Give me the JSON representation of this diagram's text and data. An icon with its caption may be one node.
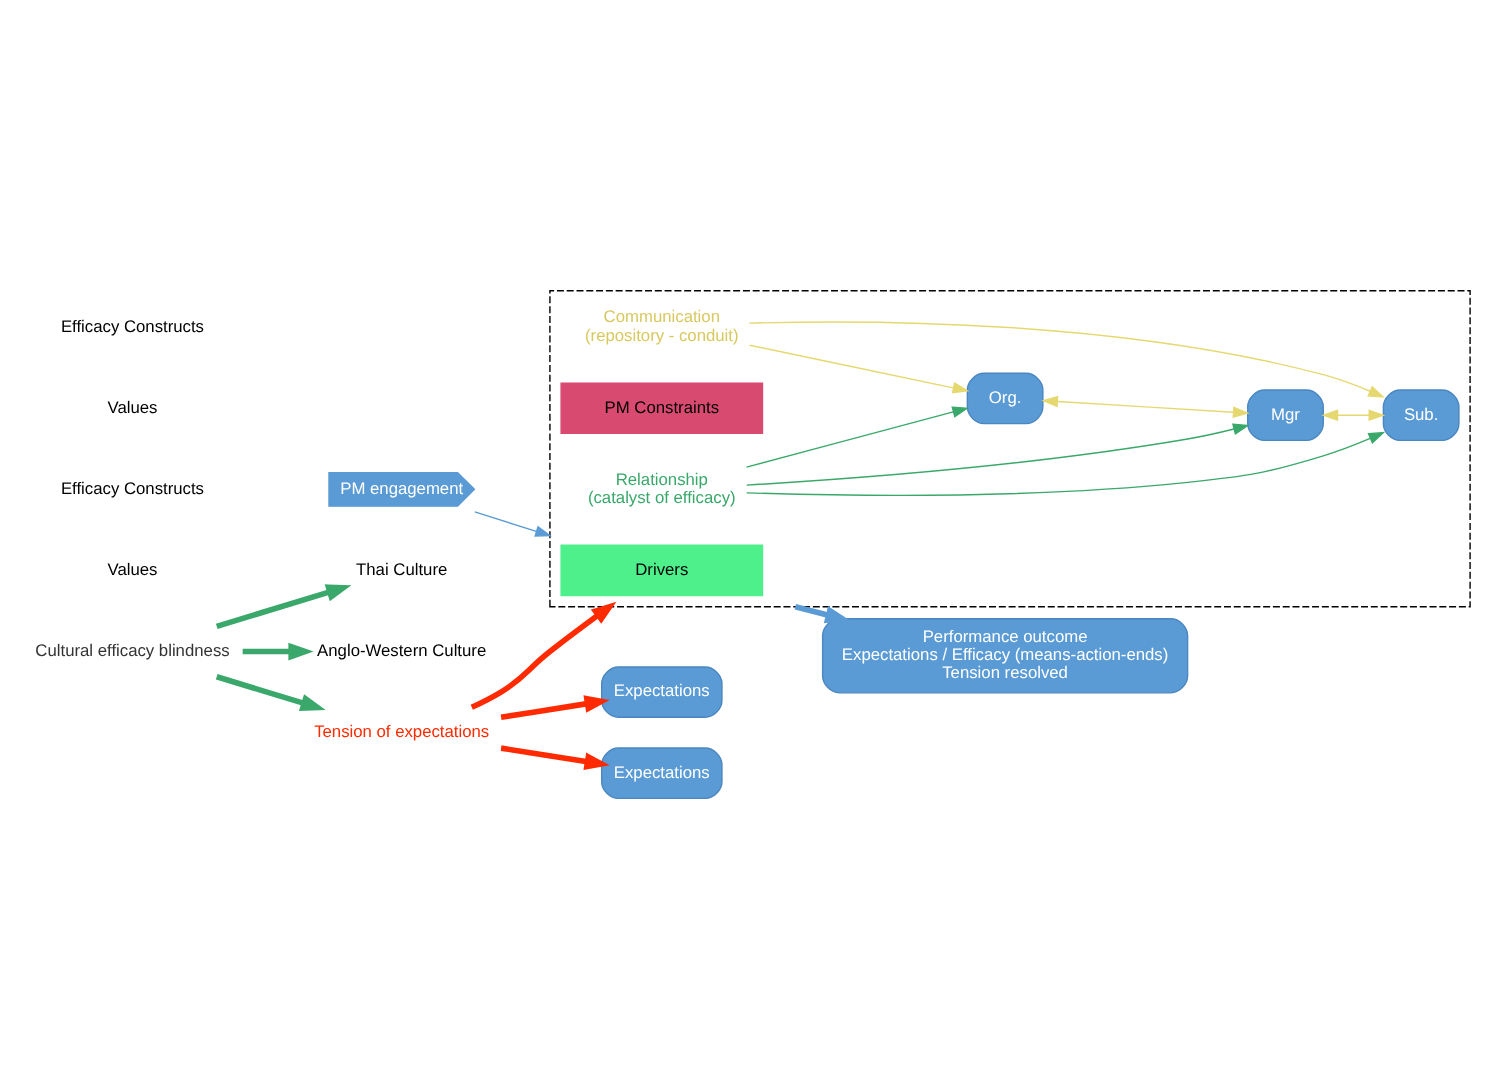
{
  "diagram": {
    "nodes": [
      {
        "text": [
          "PM engagement"
        ]
      },
      {
        "text": [
          "Thai Culture"
        ]
      },
      {
        "text": [
          "Values"
        ]
      },
      {
        "text": [
          "Efficacy Constructs"
        ]
      },
      {
        "text": [
          "Expectations"
        ]
      },
      {
        "text": [
          "Anglo-Western Culture"
        ]
      },
      {
        "text": [
          "Values"
        ]
      },
      {
        "text": [
          "Efficacy Constructs"
        ]
      },
      {
        "text": [
          "Expectations"
        ]
      },
      {
        "text": [
          "Cultural efficacy blindness"
        ]
      },
      {
        "text": [
          "Tension of expectations"
        ]
      },
      {
        "text": [],
        "shape": "box"
      },
      {
        "text": [
          "Drivers"
        ],
        "in": 11
      },
      {
        "text": [
          "Org."
        ],
        "in": 11
      },
      {
        "text": [
          "Mgr"
        ],
        "in": 11
      },
      {
        "text": [
          "Sub."
        ],
        "in": 11
      },
      {
        "text": [
          "PM Constraints"
        ],
        "in": 11
      },
      {
        "text": [
          "Communication",
          "(repository - conduit)"
        ],
        "in": 11
      },
      {
        "text": [
          "Relationship",
          "(catalyst of efficacy)"
        ],
        "in": 11
      },
      {
        "text": [
          "Performance outcome",
          "Expectations / Efficacy (means-action-ends)",
          "Tension resolved"
        ]
      }
    ],
    "edges": [
      {
        "from": 9,
        "to": 1,
        "arrow": "to",
        "style": "thick",
        "color": "#3aa86a"
      },
      {
        "from": 9,
        "to": 5,
        "arrow": "to",
        "style": "thick",
        "color": "#3aa86a"
      },
      {
        "from": 9,
        "to": 10,
        "arrow": "to",
        "style": "thick",
        "color": "#3aa86a"
      },
      {
        "from": 10,
        "to": 4,
        "arrow": "to",
        "style": "thick",
        "color": "#ff2a00"
      },
      {
        "from": 10,
        "to": 8,
        "arrow": "to",
        "style": "thick",
        "color": "#ff2a00"
      },
      {
        "from": 10,
        "to": 11,
        "arrow": "to",
        "style": "thick",
        "color": "#ff2a00"
      },
      {
        "from": 0,
        "to": 11,
        "arrow": "to",
        "color": "#5b9bd5"
      },
      {
        "from": 13,
        "to": 14,
        "arrow": "both",
        "color": "#e6d870"
      },
      {
        "from": 14,
        "to": 15,
        "arrow": "both",
        "color": "#e6d870"
      },
      {
        "from": 17,
        "to": 13,
        "arrow": "to",
        "color": "#e6d870"
      },
      {
        "from": 17,
        "to": 15,
        "arrow": "to",
        "color": "#e6d870"
      },
      {
        "from": 18,
        "to": 13,
        "arrow": "to",
        "color": "#3aa86a"
      },
      {
        "from": 18,
        "to": 14,
        "arrow": "to",
        "color": "#3aa86a"
      },
      {
        "from": 18,
        "to": 15,
        "arrow": "to",
        "color": "#3aa86a"
      },
      {
        "from": 11,
        "to": 19,
        "arrow": "to",
        "style": "thick",
        "color": "#5b9bd5"
      }
    ]
  }
}
